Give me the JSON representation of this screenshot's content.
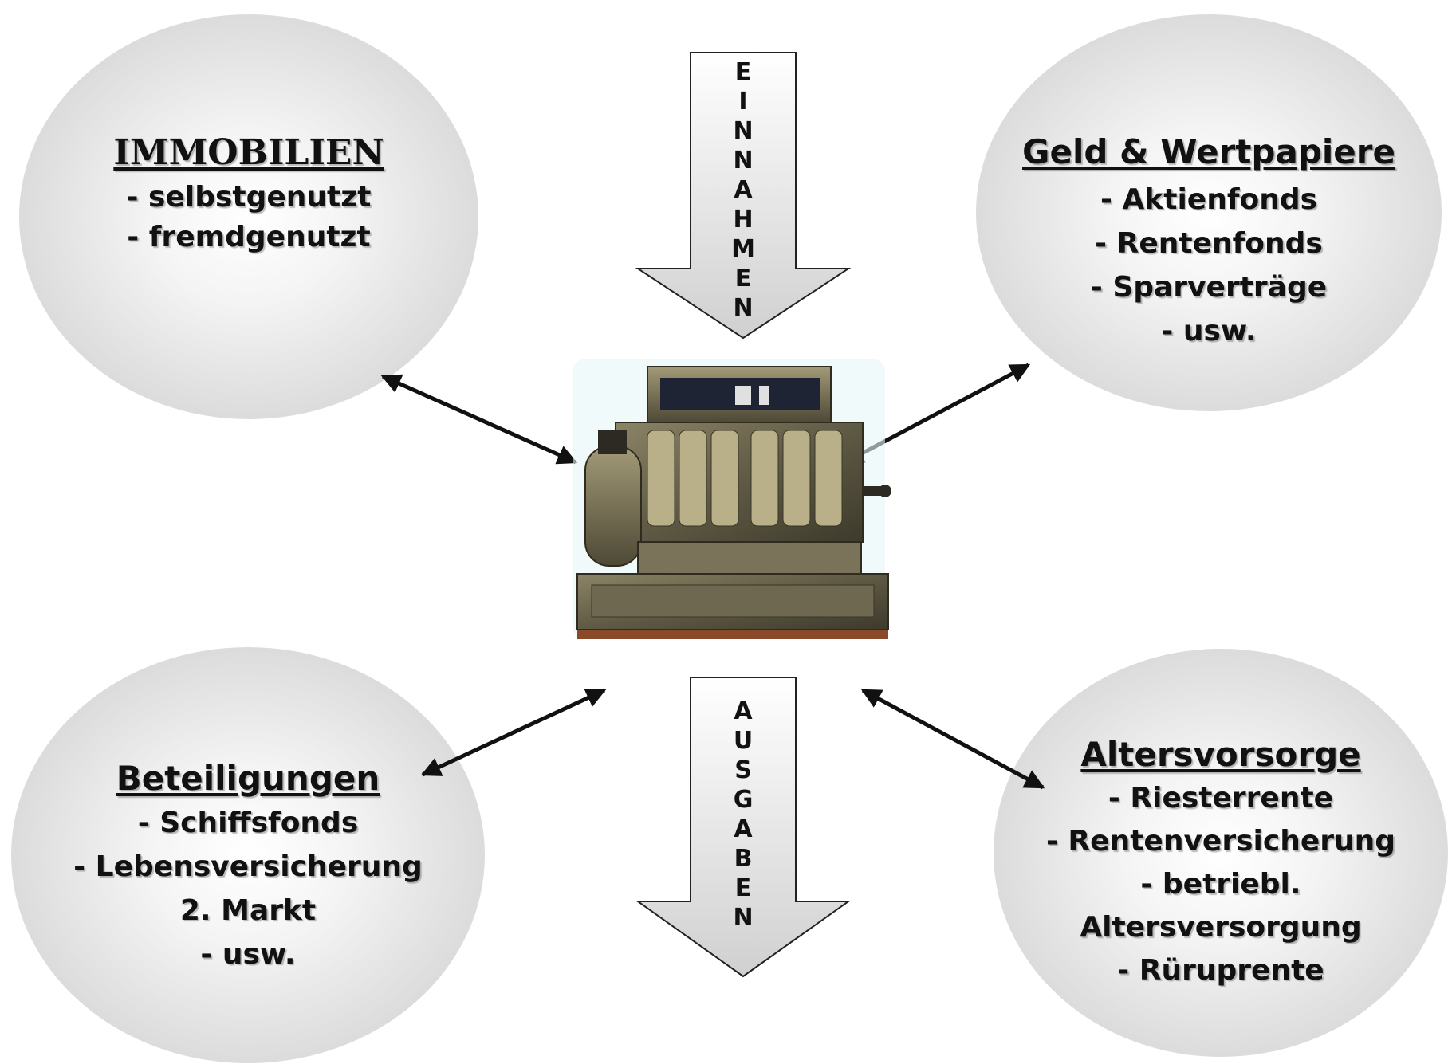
{
  "immobilien": {
    "title": "IMMOBILIEN",
    "items": [
      "- selbstgenutzt",
      "- fremdgenutzt"
    ]
  },
  "geld": {
    "title": "Geld & Wertpapiere",
    "items": [
      "- Aktienfonds",
      "- Rentenfonds",
      "- Sparverträge",
      "- usw."
    ]
  },
  "beteiligungen": {
    "title": "Beteiligungen",
    "items": [
      "- Schiffsfonds",
      "- Lebensversicherung",
      "2. Markt",
      "- usw."
    ]
  },
  "altersvorsorge": {
    "title": "Altersvorsorge",
    "items": [
      "- Riesterrente",
      "- Rentenversicherung",
      "- betriebl.",
      "Altersversorgung",
      "- Rüruprente"
    ]
  },
  "einnahmen_label": "EINNAHMEN",
  "ausgaben_label": "AUSGABEN",
  "center_image": "cash-register-icon"
}
